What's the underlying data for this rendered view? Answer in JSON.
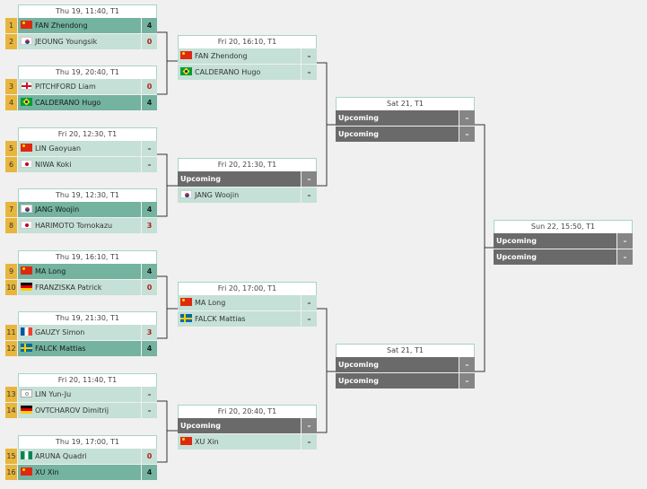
{
  "colors": {
    "win": "#73b3a0",
    "row": "#c5e0d6",
    "upcoming": "#6a6a6a",
    "seed": "#e8b63d",
    "lose_score": "#b02020"
  },
  "round1": [
    {
      "header": "Thu 19, 11:40, T1",
      "p1": {
        "seed": "1",
        "flag": "cn",
        "name": "FAN Zhendong",
        "score": "4",
        "win": true
      },
      "p2": {
        "seed": "2",
        "flag": "kr",
        "name": "JEOUNG Youngsik",
        "score": "0",
        "win": false
      }
    },
    {
      "header": "Thu 19, 20:40, T1",
      "p1": {
        "seed": "3",
        "flag": "en",
        "name": "PITCHFORD Liam",
        "score": "0",
        "win": false
      },
      "p2": {
        "seed": "4",
        "flag": "br",
        "name": "CALDERANO Hugo",
        "score": "4",
        "win": true
      }
    },
    {
      "header": "Fri 20, 12:30, T1",
      "p1": {
        "seed": "5",
        "flag": "cn",
        "name": "LIN Gaoyuan",
        "score": "–",
        "win": false
      },
      "p2": {
        "seed": "6",
        "flag": "jp",
        "name": "NIWA Koki",
        "score": "–",
        "win": false
      }
    },
    {
      "header": "Thu 19, 12:30, T1",
      "p1": {
        "seed": "7",
        "flag": "kr",
        "name": "JANG Woojin",
        "score": "4",
        "win": true
      },
      "p2": {
        "seed": "8",
        "flag": "jp",
        "name": "HARIMOTO Tomokazu",
        "score": "3",
        "win": false
      }
    },
    {
      "header": "Thu 19, 16:10, T1",
      "p1": {
        "seed": "9",
        "flag": "cn",
        "name": "MA Long",
        "score": "4",
        "win": true
      },
      "p2": {
        "seed": "10",
        "flag": "de",
        "name": "FRANZISKA Patrick",
        "score": "0",
        "win": false
      }
    },
    {
      "header": "Thu 19, 21:30, T1",
      "p1": {
        "seed": "11",
        "flag": "fr",
        "name": "GAUZY Simon",
        "score": "3",
        "win": false
      },
      "p2": {
        "seed": "12",
        "flag": "se",
        "name": "FALCK Mattias",
        "score": "4",
        "win": true
      }
    },
    {
      "header": "Fri 20, 11:40, T1",
      "p1": {
        "seed": "13",
        "flag": "tpe",
        "name": "LIN Yun-Ju",
        "score": "–",
        "win": false
      },
      "p2": {
        "seed": "14",
        "flag": "de",
        "name": "OVTCHAROV Dimitrij",
        "score": "–",
        "win": false
      }
    },
    {
      "header": "Thu 19, 17:00, T1",
      "p1": {
        "seed": "15",
        "flag": "ng",
        "name": "ARUNA Quadri",
        "score": "0",
        "win": false
      },
      "p2": {
        "seed": "16",
        "flag": "cn",
        "name": "XU Xin",
        "score": "4",
        "win": true
      }
    }
  ],
  "round2": [
    {
      "header": "Fri 20, 16:10, T1",
      "p1": {
        "flag": "cn",
        "name": "FAN Zhendong",
        "score": "–"
      },
      "p2": {
        "flag": "br",
        "name": "CALDERANO Hugo",
        "score": "–"
      }
    },
    {
      "header": "Fri 20, 21:30, T1",
      "p1": {
        "flag": "",
        "name": "Upcoming",
        "score": "–",
        "upcoming": true
      },
      "p2": {
        "flag": "kr",
        "name": "JANG Woojin",
        "score": "–"
      }
    },
    {
      "header": "Fri 20, 17:00, T1",
      "p1": {
        "flag": "cn",
        "name": "MA Long",
        "score": "–"
      },
      "p2": {
        "flag": "se",
        "name": "FALCK Mattias",
        "score": "–"
      }
    },
    {
      "header": "Fri 20, 20:40, T1",
      "p1": {
        "flag": "",
        "name": "Upcoming",
        "score": "–",
        "upcoming": true
      },
      "p2": {
        "flag": "cn",
        "name": "XU Xin",
        "score": "–"
      }
    }
  ],
  "round3": [
    {
      "header": "Sat 21, T1",
      "p1": {
        "flag": "",
        "name": "Upcoming",
        "score": "–",
        "upcoming": true
      },
      "p2": {
        "flag": "",
        "name": "Upcoming",
        "score": "–",
        "upcoming": true
      }
    },
    {
      "header": "Sat 21, T1",
      "p1": {
        "flag": "",
        "name": "Upcoming",
        "score": "–",
        "upcoming": true
      },
      "p2": {
        "flag": "",
        "name": "Upcoming",
        "score": "–",
        "upcoming": true
      }
    }
  ],
  "final": [
    {
      "header": "Sun 22, 15:50, T1",
      "p1": {
        "flag": "",
        "name": "Upcoming",
        "score": "–",
        "upcoming": true
      },
      "p2": {
        "flag": "",
        "name": "Upcoming",
        "score": "–",
        "upcoming": true
      }
    }
  ]
}
